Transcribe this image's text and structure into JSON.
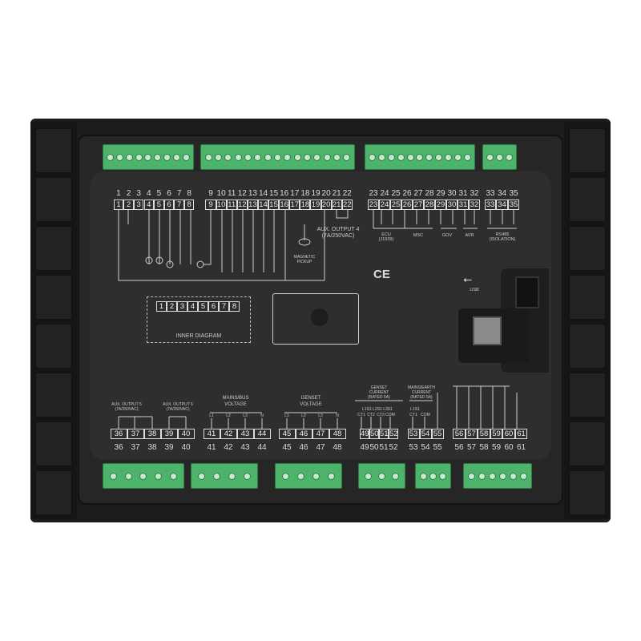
{
  "colors": {
    "housing": "#1c1c1c",
    "panel": "#2e2e2e",
    "terminal_green": "#4db36a",
    "print": "#dddddd"
  },
  "top_terminals": [
    {
      "numbers": [
        "1",
        "2",
        "3",
        "4",
        "5",
        "6",
        "7",
        "8"
      ]
    },
    {
      "numbers": [
        "9",
        "10",
        "11",
        "12",
        "13",
        "14",
        "15",
        "16",
        "17",
        "18",
        "19",
        "20",
        "21",
        "22"
      ]
    },
    {
      "numbers": [
        "23",
        "24",
        "25",
        "26",
        "27",
        "28",
        "29",
        "30",
        "31",
        "32"
      ]
    },
    {
      "numbers": [
        "33",
        "34",
        "35"
      ]
    }
  ],
  "bottom_terminals": [
    {
      "numbers": [
        "36",
        "37",
        "38",
        "39",
        "40"
      ]
    },
    {
      "numbers": [
        "41",
        "42",
        "43",
        "44"
      ]
    },
    {
      "numbers": [
        "45",
        "46",
        "47",
        "48"
      ]
    },
    {
      "numbers": [
        "49",
        "50",
        "51",
        "52"
      ]
    },
    {
      "numbers": [
        "53",
        "54",
        "55"
      ]
    },
    {
      "numbers": [
        "56",
        "57",
        "58",
        "59",
        "60",
        "61"
      ]
    }
  ],
  "labels": {
    "aux_output_4": "AUX. OUTPUT 4\n(7A/250VAC)",
    "magnetic_pickup": "MAGNETIC\nPICKUP",
    "ecu": "ECU\n(J1939)",
    "msc": "MSC",
    "gov": "GOV",
    "avr": "AVR",
    "rs485": "RS485\n(ISOLATION)",
    "ce": "CE",
    "usb": "USB",
    "inner_diagram": "INNER DIAGRAM",
    "aux_output_5": "AUX. OUTPUT 5\n(7A/250VAC)",
    "aux_output_6": "AUX. OUTPUT 6\n(7A/250VAC)",
    "mains_bus_voltage": "MAINS/BUS\nVOLTAGE",
    "genset_voltage": "GENSET\nVOLTAGE",
    "genset_current": "GENSET\nCURRENT\n(RATED 5A)",
    "mains_earth_current": "MAINS/EARTH\nCURRENT\n(RATED 5A)",
    "genset_ct_phases": "L1S1 L2S1 L3S1",
    "mains_ct_phase": "L1S1",
    "phases": [
      "L1",
      "L2",
      "L3",
      "N"
    ],
    "genset_ct": [
      "CT1",
      "CT2",
      "CT3",
      "COM"
    ],
    "mains_ct": [
      "CT1",
      "COM"
    ]
  },
  "inner_diagram_numbers": [
    "1",
    "2",
    "3",
    "4",
    "5",
    "6",
    "7",
    "8"
  ],
  "top_screw_counts": [
    9,
    15,
    11,
    3
  ],
  "bottom_screw_counts": [
    5,
    4,
    4,
    3,
    3,
    6
  ]
}
